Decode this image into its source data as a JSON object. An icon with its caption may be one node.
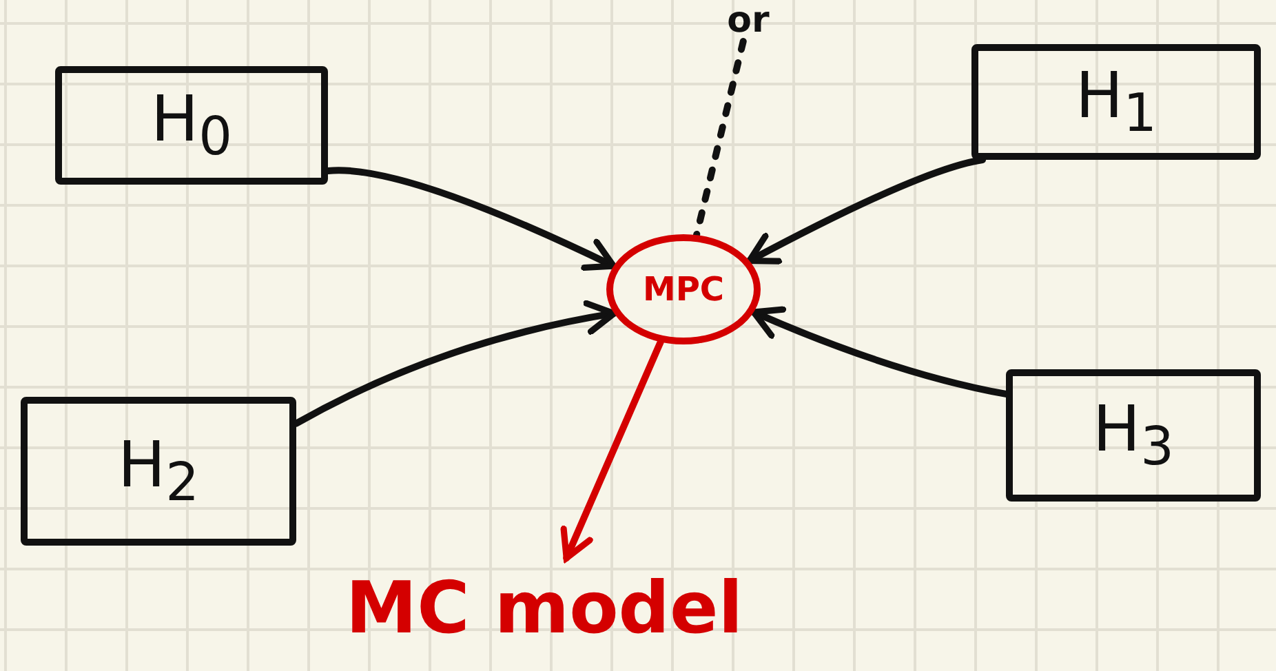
{
  "diagram": {
    "nodes": [
      {
        "text": [
          "H$_{0}$"
        ]
      },
      {
        "text": [
          "H$_{1}$"
        ]
      },
      {
        "text": [
          "H$_{2}$"
        ]
      },
      {
        "text": [
          "H$_{3}$"
        ]
      },
      {
        "text": [
          "or"
        ]
      },
      {
        "text": [
          "MPC"
        ]
      },
      {
        "text": [
          "MC model"
        ]
      }
    ],
    "edges": [
      {
        "from": 0,
        "to": 5,
        "arrow": "to"
      },
      {
        "from": 1,
        "to": 5,
        "arrow": "to"
      },
      {
        "from": 2,
        "to": 5,
        "arrow": "to"
      },
      {
        "from": 3,
        "to": 5,
        "arrow": "to"
      },
      {
        "from": 4,
        "to": 5,
        "arrow": "none",
        "style": "dashed"
      },
      {
        "from": 5,
        "to": 6,
        "arrow": "to",
        "color": "#d40000"
      }
    ]
  }
}
